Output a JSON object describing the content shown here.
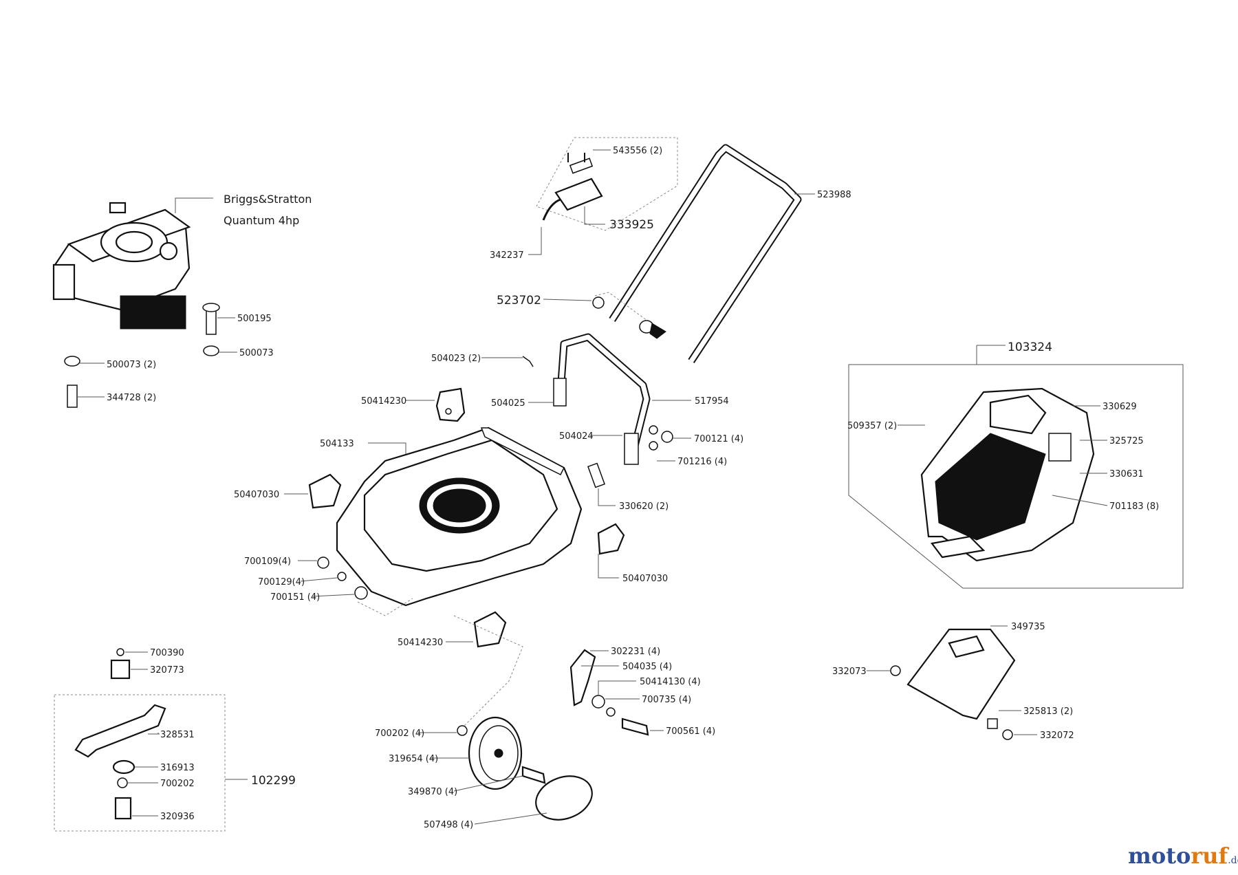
{
  "engine": {
    "line1": "Briggs&Stratton",
    "line2": "Quantum 4hp"
  },
  "labels": {
    "p543556": "543556 (2)",
    "p523988": "523988",
    "p333925": "333925",
    "p342237": "342237",
    "p523702": "523702",
    "p500195": "500195",
    "p500073": "500073",
    "p500073_2": "500073 (2)",
    "p344728": "344728 (2)",
    "p504023": "504023 (2)",
    "p50414230a": "50414230",
    "p504025": "504025",
    "p517954": "517954",
    "p504133": "504133",
    "p504024": "504024",
    "p700121": "700121 (4)",
    "p701216": "701216 (4)",
    "p50407030a": "50407030",
    "p330620": "330620 (2)",
    "p700109": "700109(4)",
    "p700129": "700129(4)",
    "p700151": "700151 (4)",
    "p50407030b": "50407030",
    "p50414230b": "50414230",
    "p302231": "302231 (4)",
    "p504035": "504035 (4)",
    "p50414130": "50414130 (4)",
    "p700735": "700735 (4)",
    "p700561": "700561 (4)",
    "p700202w": "700202 (4)",
    "p319654": "319654 (4)",
    "p349870": "349870 (4)",
    "p507498": "507498  (4)",
    "p700390": "700390",
    "p320773": "320773",
    "p328531": "328531",
    "p316913": "316913",
    "p700202": "700202",
    "p320936": "320936",
    "p102299": "102299",
    "p103324": "103324",
    "p509357": "509357 (2)",
    "p330629": "330629",
    "p325725": "325725",
    "p330631": "330631",
    "p701183": "701183 (8)",
    "p349735": "349735",
    "p332073": "332073",
    "p325813": "325813 (2)",
    "p332072": "332072"
  },
  "watermark": {
    "text_a": "moto",
    "text_b": "ruf",
    "suffix": ".de"
  },
  "colors": {
    "wm_blue": "#2f4f9a",
    "wm_orange": "#e07a10"
  }
}
